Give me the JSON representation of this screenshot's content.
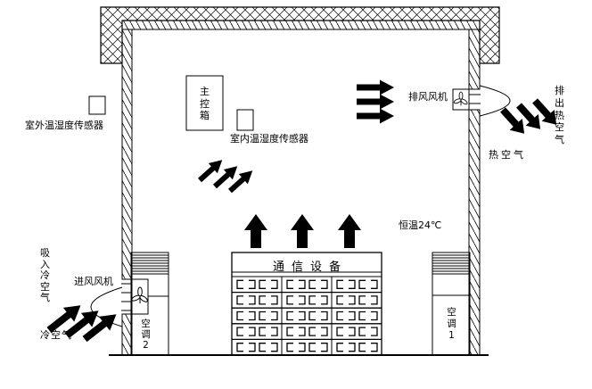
{
  "labels": {
    "outdoor_sensor": "室外温湿度传感器",
    "indoor_sensor": "室内温湿度传感器",
    "main_control_box": "主控箱",
    "exhaust_fan": "排风风机",
    "exhaust_hot_air": "排出热空气",
    "hot_air": "热空气",
    "constant_temperature": "恒温24℃",
    "comm_equipment": "通信设备",
    "intake_fan": "进风风机",
    "inhale_cold_air": "吸入冷空气",
    "cold_air": "冷空气",
    "ac1": "空调1",
    "ac2": "空调2"
  },
  "colors": {
    "line": "#000000",
    "background": "#ffffff",
    "arrow_fill": "#000000"
  }
}
